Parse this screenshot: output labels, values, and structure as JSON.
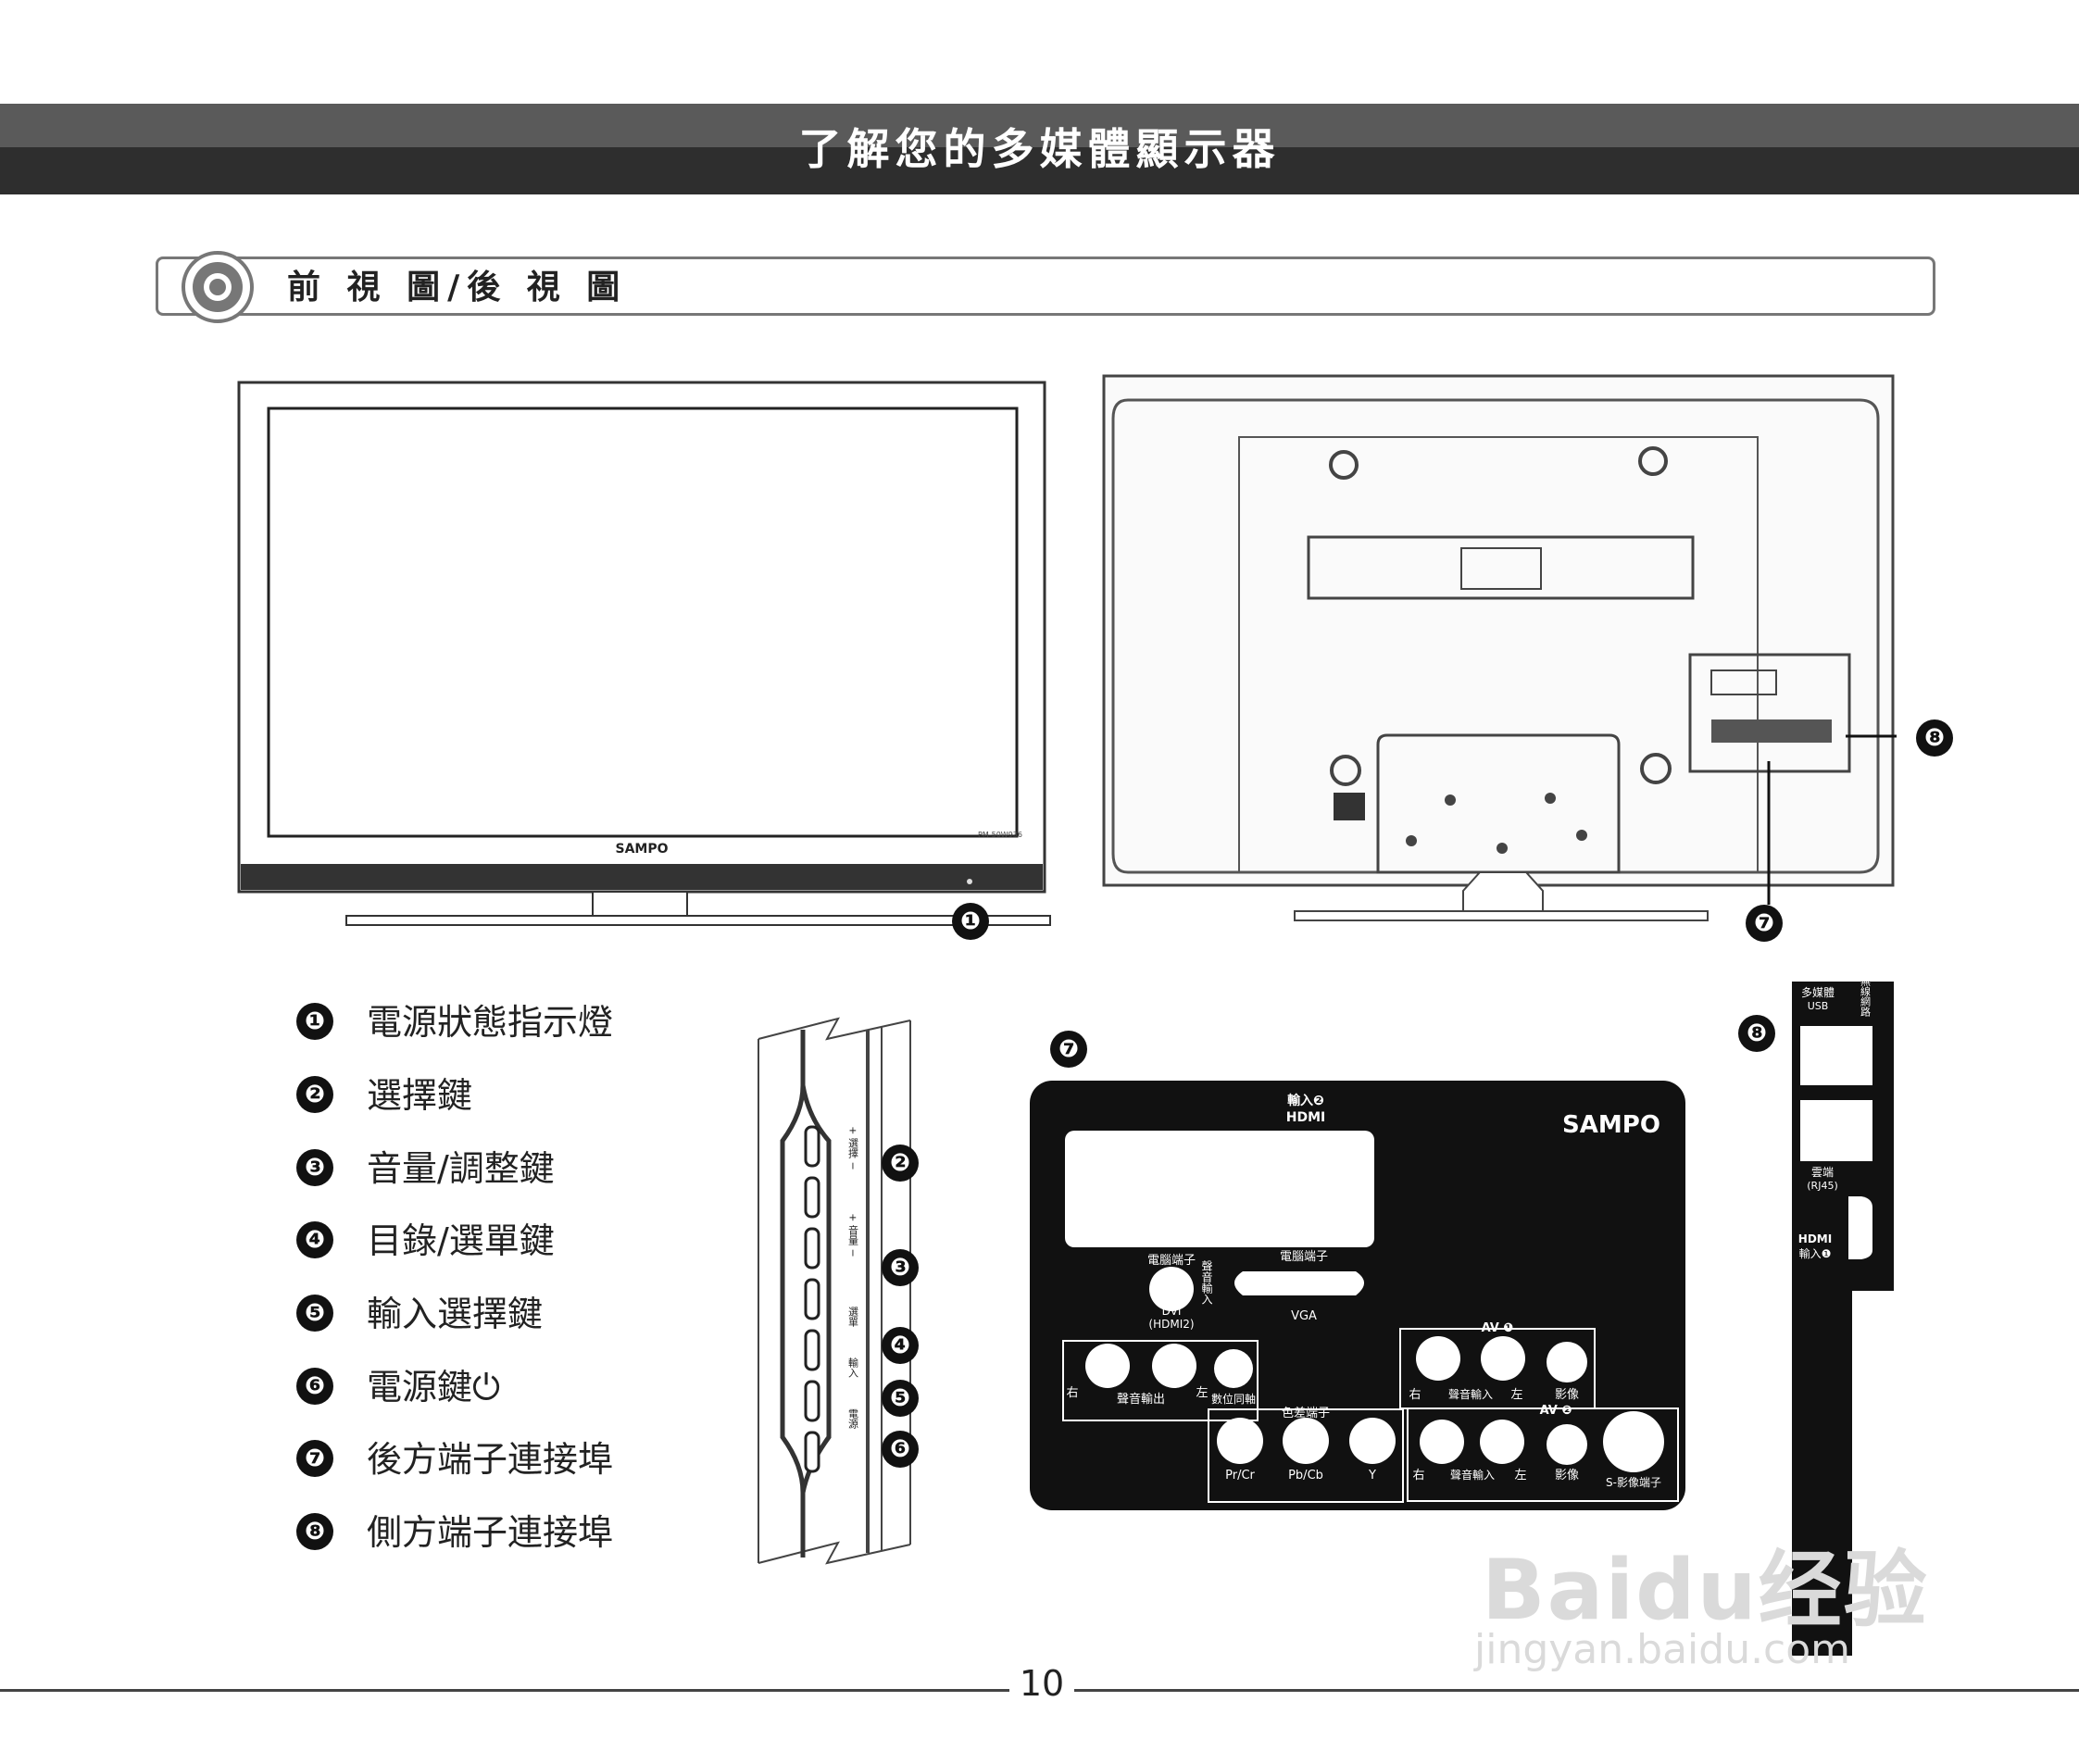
{
  "header": {
    "title": "了解您的多媒體顯示器"
  },
  "section": {
    "title": "前 視 圖/後 視 圖"
  },
  "front_view": {
    "brand": "SAMPO",
    "model": "PM-50W936",
    "callout": "❶"
  },
  "rear_view": {
    "callouts": [
      "❽",
      "❼"
    ]
  },
  "legend": [
    {
      "num": "❶",
      "label": "電源狀態指示燈"
    },
    {
      "num": "❷",
      "label": "選擇鍵"
    },
    {
      "num": "❸",
      "label": "音量/調整鍵"
    },
    {
      "num": "❹",
      "label": "目錄/選單鍵"
    },
    {
      "num": "❺",
      "label": "輸入選擇鍵"
    },
    {
      "num": "❻",
      "label": "電源鍵⏻"
    },
    {
      "num": "❼",
      "label": "後方端子連接埠"
    },
    {
      "num": "❽",
      "label": "側方端子連接埠"
    }
  ],
  "side_buttons": {
    "labels": [
      "+ 選擇 −",
      "+ 音量 −",
      "選單",
      "輸入",
      "電源"
    ],
    "callouts": [
      "❷",
      "❸",
      "❹",
      "❺",
      "❻"
    ]
  },
  "rear_panel": {
    "callout": "❼",
    "brand": "SAMPO",
    "hdmi_label": "輸入❷",
    "hdmi_logo": "HDMI",
    "pc_terminal_1": "電腦端子",
    "pc_terminal_2": "電腦端子",
    "dvi": "DVI",
    "dvi_sub": "(HDMI2)",
    "audio_in_vertical": "聲音輸入",
    "vga": "VGA",
    "right": "右",
    "left": "左",
    "audio_out": "聲音輸出",
    "coaxial": "數位同軸",
    "component": "色差端子",
    "pr": "Pr/Cr",
    "pb": "Pb/Cb",
    "y": "Y",
    "av1": "AV ❶",
    "av2": "AV ❷",
    "audio_in": "聲音輸入",
    "video": "影像",
    "svideo": "S-影像端子"
  },
  "side_panel": {
    "callout": "❽",
    "usb_label": "多媒體",
    "usb_sub": "USB",
    "wireless": "無線網路",
    "lan": "雲端",
    "lan_sub": "(RJ45)",
    "hdmi_logo": "HDMI",
    "hdmi_input": "輸入❶"
  },
  "watermark": {
    "brand": "Baidu经验",
    "url": "jingyan.baidu.com"
  },
  "footer": {
    "page_number": "10"
  }
}
